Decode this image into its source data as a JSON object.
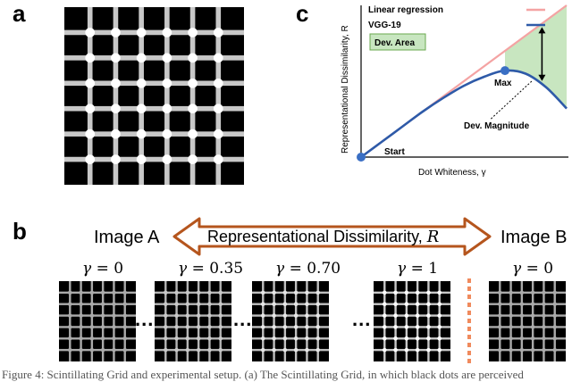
{
  "panels": {
    "a": "a",
    "b": "b",
    "c": "c"
  },
  "panel_b": {
    "image_a": "Image A",
    "image_b": "Image B",
    "arrow_label": "Representational Dissimilarity, ",
    "arrow_label_var": "R",
    "gamma_symbol": "γ = ",
    "ellipsis": "...",
    "items": [
      {
        "gamma": "0",
        "whiteness": 0
      },
      {
        "gamma": "0.35",
        "whiteness": 0.35
      },
      {
        "gamma": "0.70",
        "whiteness": 0.7
      },
      {
        "gamma": "1",
        "whiteness": 1
      },
      {
        "gamma": "0",
        "whiteness": 0
      }
    ]
  },
  "chart_data": {
    "type": "line",
    "xlabel": "Dot Whiteness, γ",
    "ylabel": "Representational Dissimilarity, R",
    "series": [
      {
        "name": "Linear regression",
        "color": "#f4a3a3",
        "x": [
          0,
          1
        ],
        "y": [
          0,
          1
        ]
      },
      {
        "name": "VGG-19",
        "color": "#2e5aa8",
        "x": [
          0,
          0.1,
          0.2,
          0.3,
          0.4,
          0.5,
          0.6,
          0.7,
          0.8,
          0.9,
          1.0
        ],
        "y": [
          0,
          0.1,
          0.2,
          0.3,
          0.39,
          0.47,
          0.53,
          0.57,
          0.55,
          0.46,
          0.32
        ]
      }
    ],
    "annotations": {
      "start": "Start",
      "max": "Max",
      "dev_magnitude": "Dev. Magnitude",
      "dev_area": "Dev. Area"
    },
    "colors": {
      "dev_area": "#c8e6c0",
      "dev_area_border": "#6aa84f",
      "point": "#3a6fc4"
    }
  },
  "caption": "Figure 4: Scintillating Grid and experimental setup. (a) The Scintillating Grid, in which black dots are perceived"
}
